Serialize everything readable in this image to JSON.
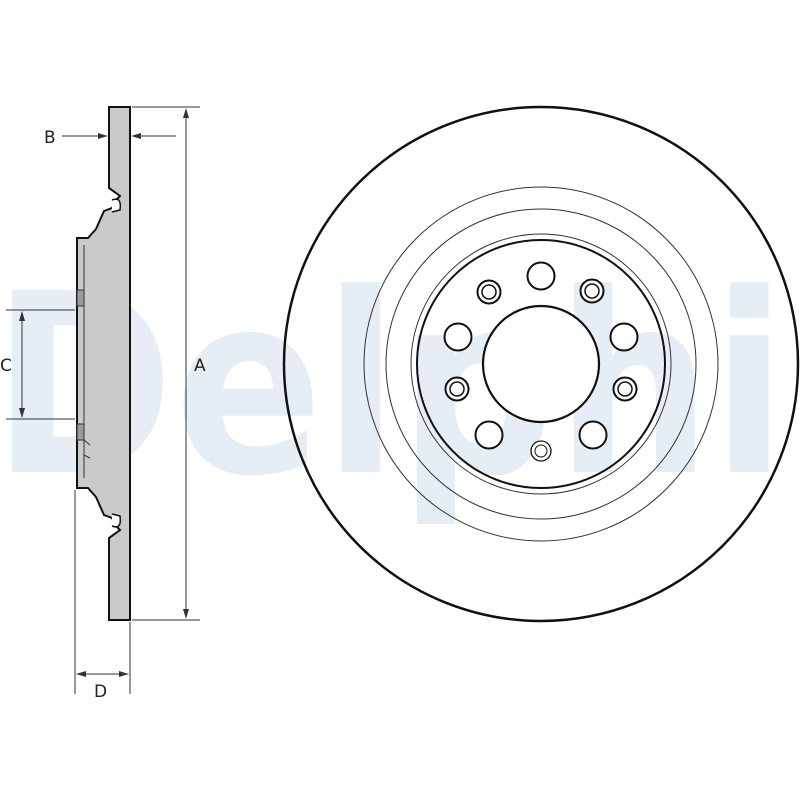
{
  "watermark": {
    "text": "Delphi"
  },
  "dimensions": {
    "a": "A",
    "b": "B",
    "c": "C",
    "d": "D"
  },
  "colors": {
    "profile_fill": "#c9cacc",
    "watermark": "#e6edf5",
    "line": "#111111"
  }
}
